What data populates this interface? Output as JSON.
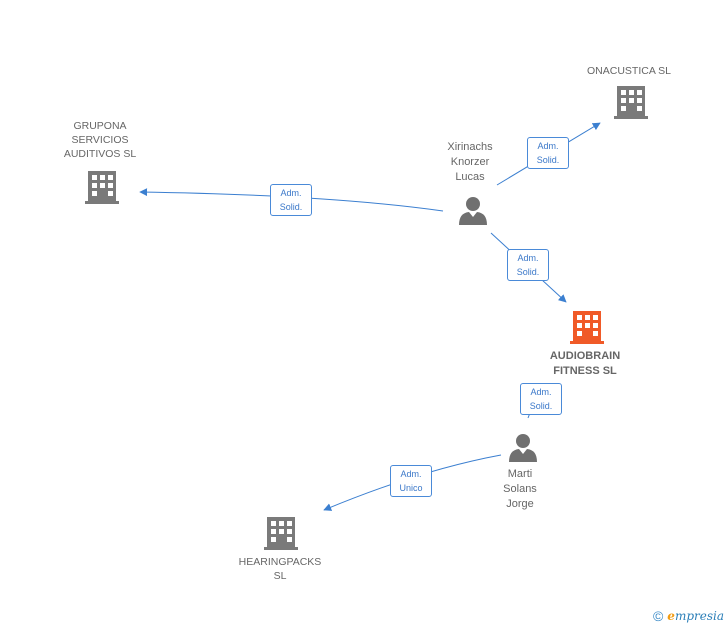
{
  "nodes": {
    "onacustica": {
      "name_lines": [
        "ONACUSTICA SL"
      ]
    },
    "grupona": {
      "name_lines": [
        "GRUPONA",
        "SERVICIOS",
        "AUDITIVOS SL"
      ]
    },
    "xirinachs": {
      "name_lines": [
        "Xirinachs",
        "Knorzer",
        "Lucas"
      ]
    },
    "audiobrain": {
      "name_lines": [
        "AUDIOBRAIN",
        "FITNESS  SL"
      ]
    },
    "marti": {
      "name_lines": [
        "Marti",
        "Solans",
        "Jorge"
      ]
    },
    "hearingpacks": {
      "name_lines": [
        "HEARINGPACKS",
        "SL"
      ]
    }
  },
  "edges": {
    "to_onacustica": [
      "Adm.",
      "Solid."
    ],
    "to_grupona": [
      "Adm.",
      "Solid."
    ],
    "to_audiobrain": [
      "Adm.",
      "Solid."
    ],
    "marti_to_audiobrain": [
      "Adm.",
      "Solid."
    ],
    "marti_to_hearingpacks": [
      "Adm.",
      "Unico"
    ]
  },
  "footer": {
    "copyright": "©",
    "brand_first": "e",
    "brand_rest": "mpresia"
  },
  "colors": {
    "building_gray": "#7a7a7a",
    "building_highlight": "#f05a28",
    "person_gray": "#707070",
    "edge_blue": "#3b7fd0"
  },
  "icons": {
    "company": "building-icon",
    "person": "person-icon"
  }
}
